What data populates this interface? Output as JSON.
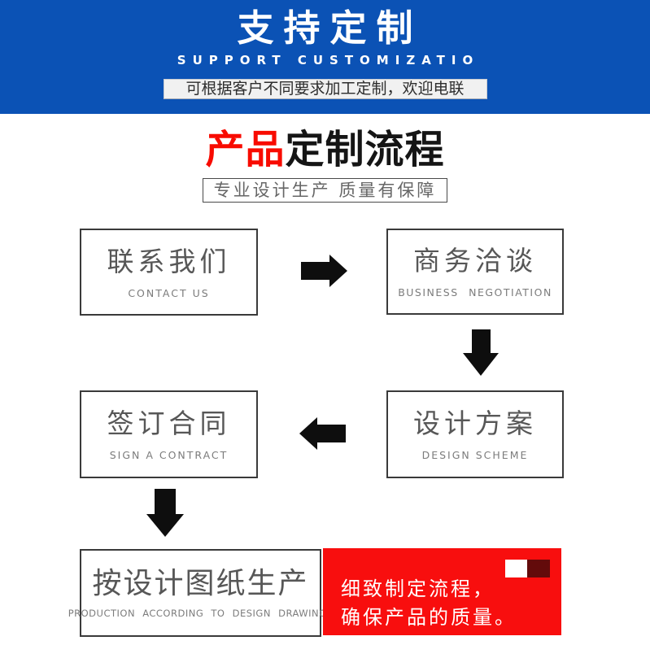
{
  "colors": {
    "banner_blue": "#0b52b5",
    "title_red": "#f80b00",
    "accent_red": "#f80e0e",
    "dark_red": "#630b0b",
    "box_border": "#3a3a3a",
    "text_gray": "#575757",
    "caption_gray": "#7c7c7c",
    "arrow_black": "#0e0e0e"
  },
  "banner": {
    "title": "支持定制",
    "subtitle": "SUPPORT CUSTOMIZATIO",
    "tagline": "可根据客户不同要求加工定制，欢迎电联"
  },
  "section": {
    "title_red": "产品",
    "title_black": "定制流程",
    "subtitle": "专业设计生产 质量有保障"
  },
  "flow": {
    "steps": [
      {
        "zh": "联系我们",
        "en": "CONTACT US"
      },
      {
        "zh": "商务洽谈",
        "en": "BUSINESS NEGOTIATION"
      },
      {
        "zh": "签订合同",
        "en": "SIGN A CONTRACT"
      },
      {
        "zh": "设计方案",
        "en": "DESIGN SCHEME"
      },
      {
        "zh": "按设计图纸生产",
        "en": "PRODUCTION ACCORDING TO DESIGN DRAWINGS"
      }
    ],
    "note_line1": "细致制定流程，",
    "note_line2": "确保产品的质量。"
  }
}
